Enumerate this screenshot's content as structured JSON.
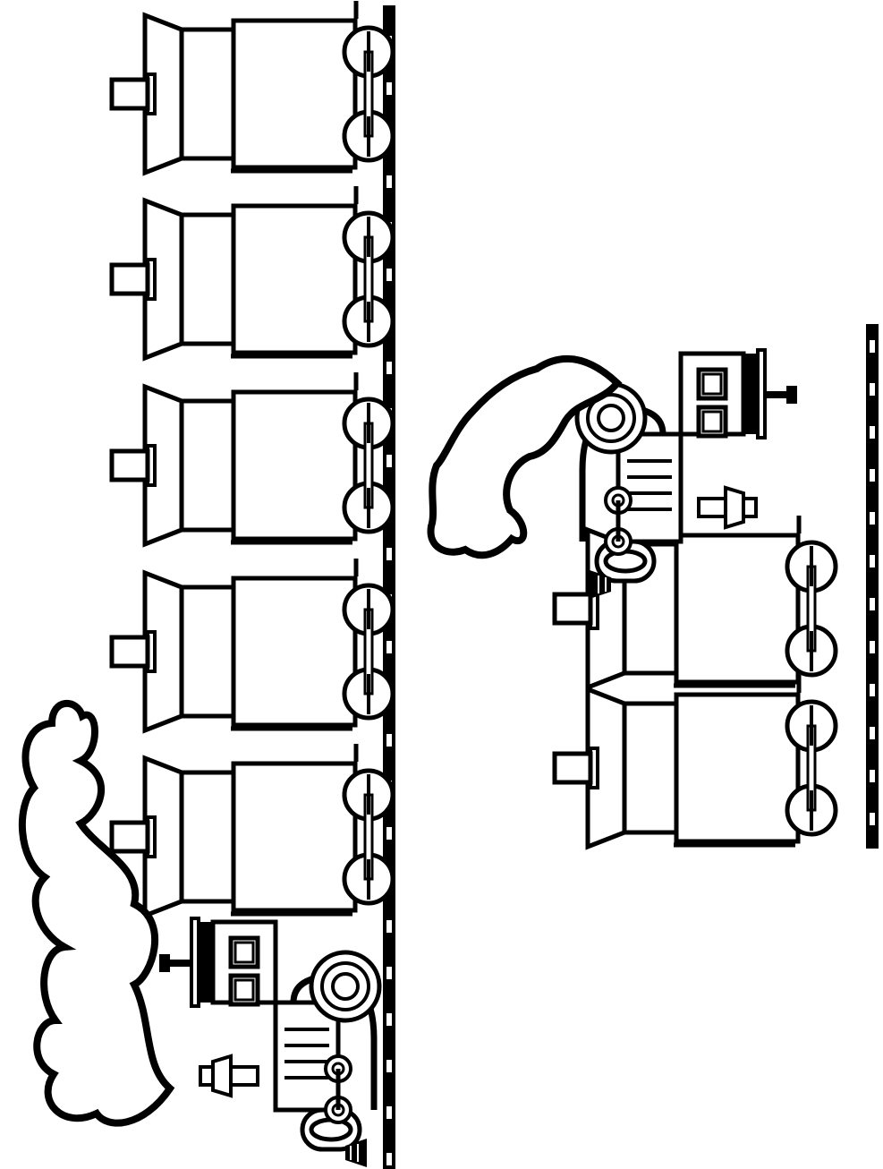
{
  "page": {
    "background_color": "#ffffff",
    "line_color": "#000000",
    "fill_color": "#ffffff"
  },
  "trains": [
    {
      "name": "long-train",
      "icon": "steam-locomotive-icon",
      "cars": 5,
      "smoke": true
    },
    {
      "name": "short-train",
      "icon": "steam-locomotive-icon",
      "cars": 2,
      "smoke": true
    }
  ]
}
